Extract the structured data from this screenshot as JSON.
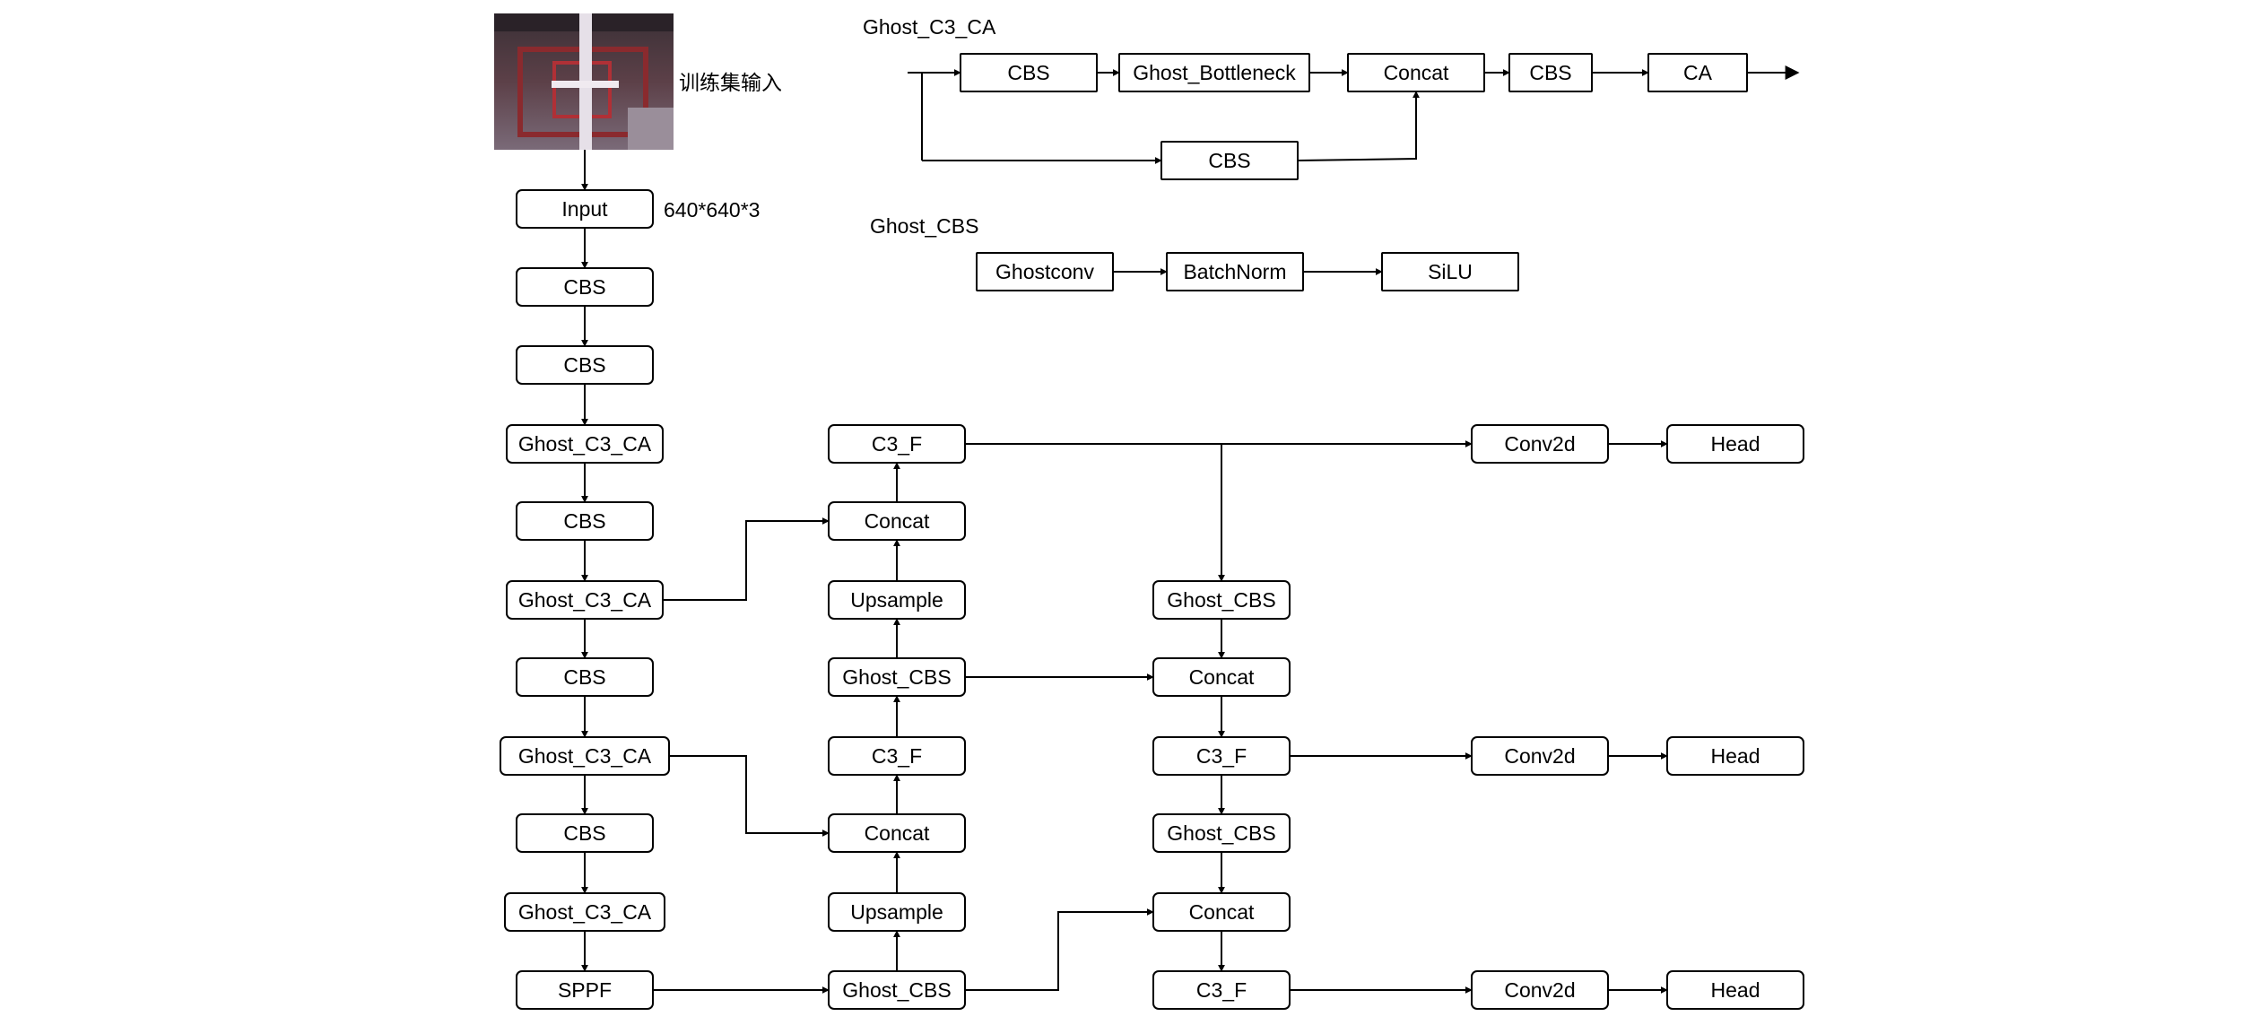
{
  "training_input_label": "训练集输入",
  "input_size_label": "640*640*3",
  "nodes": {
    "input": "Input",
    "bb_cbs_1": "CBS",
    "bb_cbs_2": "CBS",
    "bb_ghost_c3_ca_1": "Ghost_C3_CA",
    "bb_cbs_3": "CBS",
    "bb_ghost_c3_ca_2": "Ghost_C3_CA",
    "bb_cbs_4": "CBS",
    "bb_ghost_c3_ca_3": "Ghost_C3_CA",
    "bb_cbs_5": "CBS",
    "bb_ghost_c3_ca_4": "Ghost_C3_CA",
    "sppf": "SPPF",
    "neck_c3f_top": "C3_F",
    "neck_concat_1": "Concat",
    "neck_upsample_1": "Upsample",
    "neck_ghost_cbs_1": "Ghost_CBS",
    "neck_c3f_2": "C3_F",
    "neck_concat_2": "Concat",
    "neck_upsample_2": "Upsample",
    "neck_ghost_cbs_2": "Ghost_CBS",
    "pan_ghost_cbs_1": "Ghost_CBS",
    "pan_concat_1": "Concat",
    "pan_c3f_1": "C3_F",
    "pan_ghost_cbs_2": "Ghost_CBS",
    "pan_concat_2": "Concat",
    "pan_c3f_2": "C3_F",
    "conv2d_1": "Conv2d",
    "head_1": "Head",
    "conv2d_2": "Conv2d",
    "head_2": "Head",
    "conv2d_3": "Conv2d",
    "head_3": "Head"
  },
  "ghost_c3_ca_detail": {
    "title": "Ghost_C3_CA",
    "cbs_1": "CBS",
    "ghost_bottleneck": "Ghost_Bottleneck",
    "concat": "Concat",
    "cbs_2": "CBS",
    "ca": "CA",
    "cbs_branch": "CBS"
  },
  "ghost_cbs_detail": {
    "title": "Ghost_CBS",
    "ghostconv": "Ghostconv",
    "batchnorm": "BatchNorm",
    "silu": "SiLU"
  }
}
